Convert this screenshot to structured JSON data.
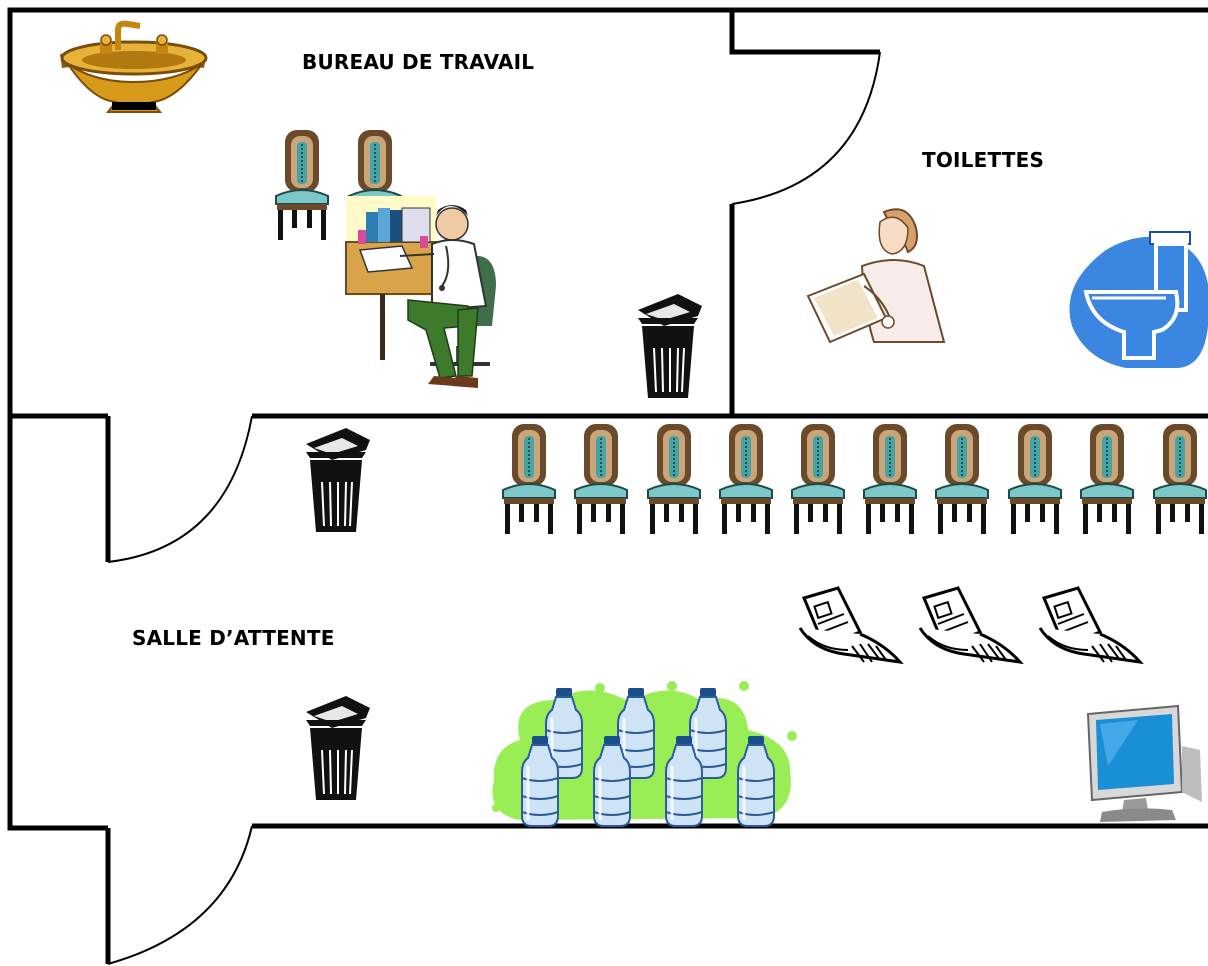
{
  "rooms": {
    "office_label": "BUREAU DE TRAVAIL",
    "toilets_label": "TOILETTES",
    "waiting_label": "SALLE D’ATTENTE"
  },
  "colors": {
    "wall": "#000000",
    "chair_seat": "#7cc8c8",
    "chair_wood": "#6b4a2b",
    "bin": "#111111",
    "bottle_blob": "#99ee55",
    "bottle": "#cfe3f7",
    "bottle_cap": "#1a4f8c",
    "toilet_blob": "#3a86e0",
    "sink": "#d89a1a",
    "desk": "#d9a34a",
    "tv_screen": "#1b8fd6"
  },
  "icons": [
    "sink-icon",
    "chair-icon",
    "doctor-at-desk-icon",
    "trash-bin-icon",
    "nurse-icon",
    "toilet-icon",
    "newspaper-icon",
    "water-bottle-icon",
    "tv-monitor-icon"
  ]
}
